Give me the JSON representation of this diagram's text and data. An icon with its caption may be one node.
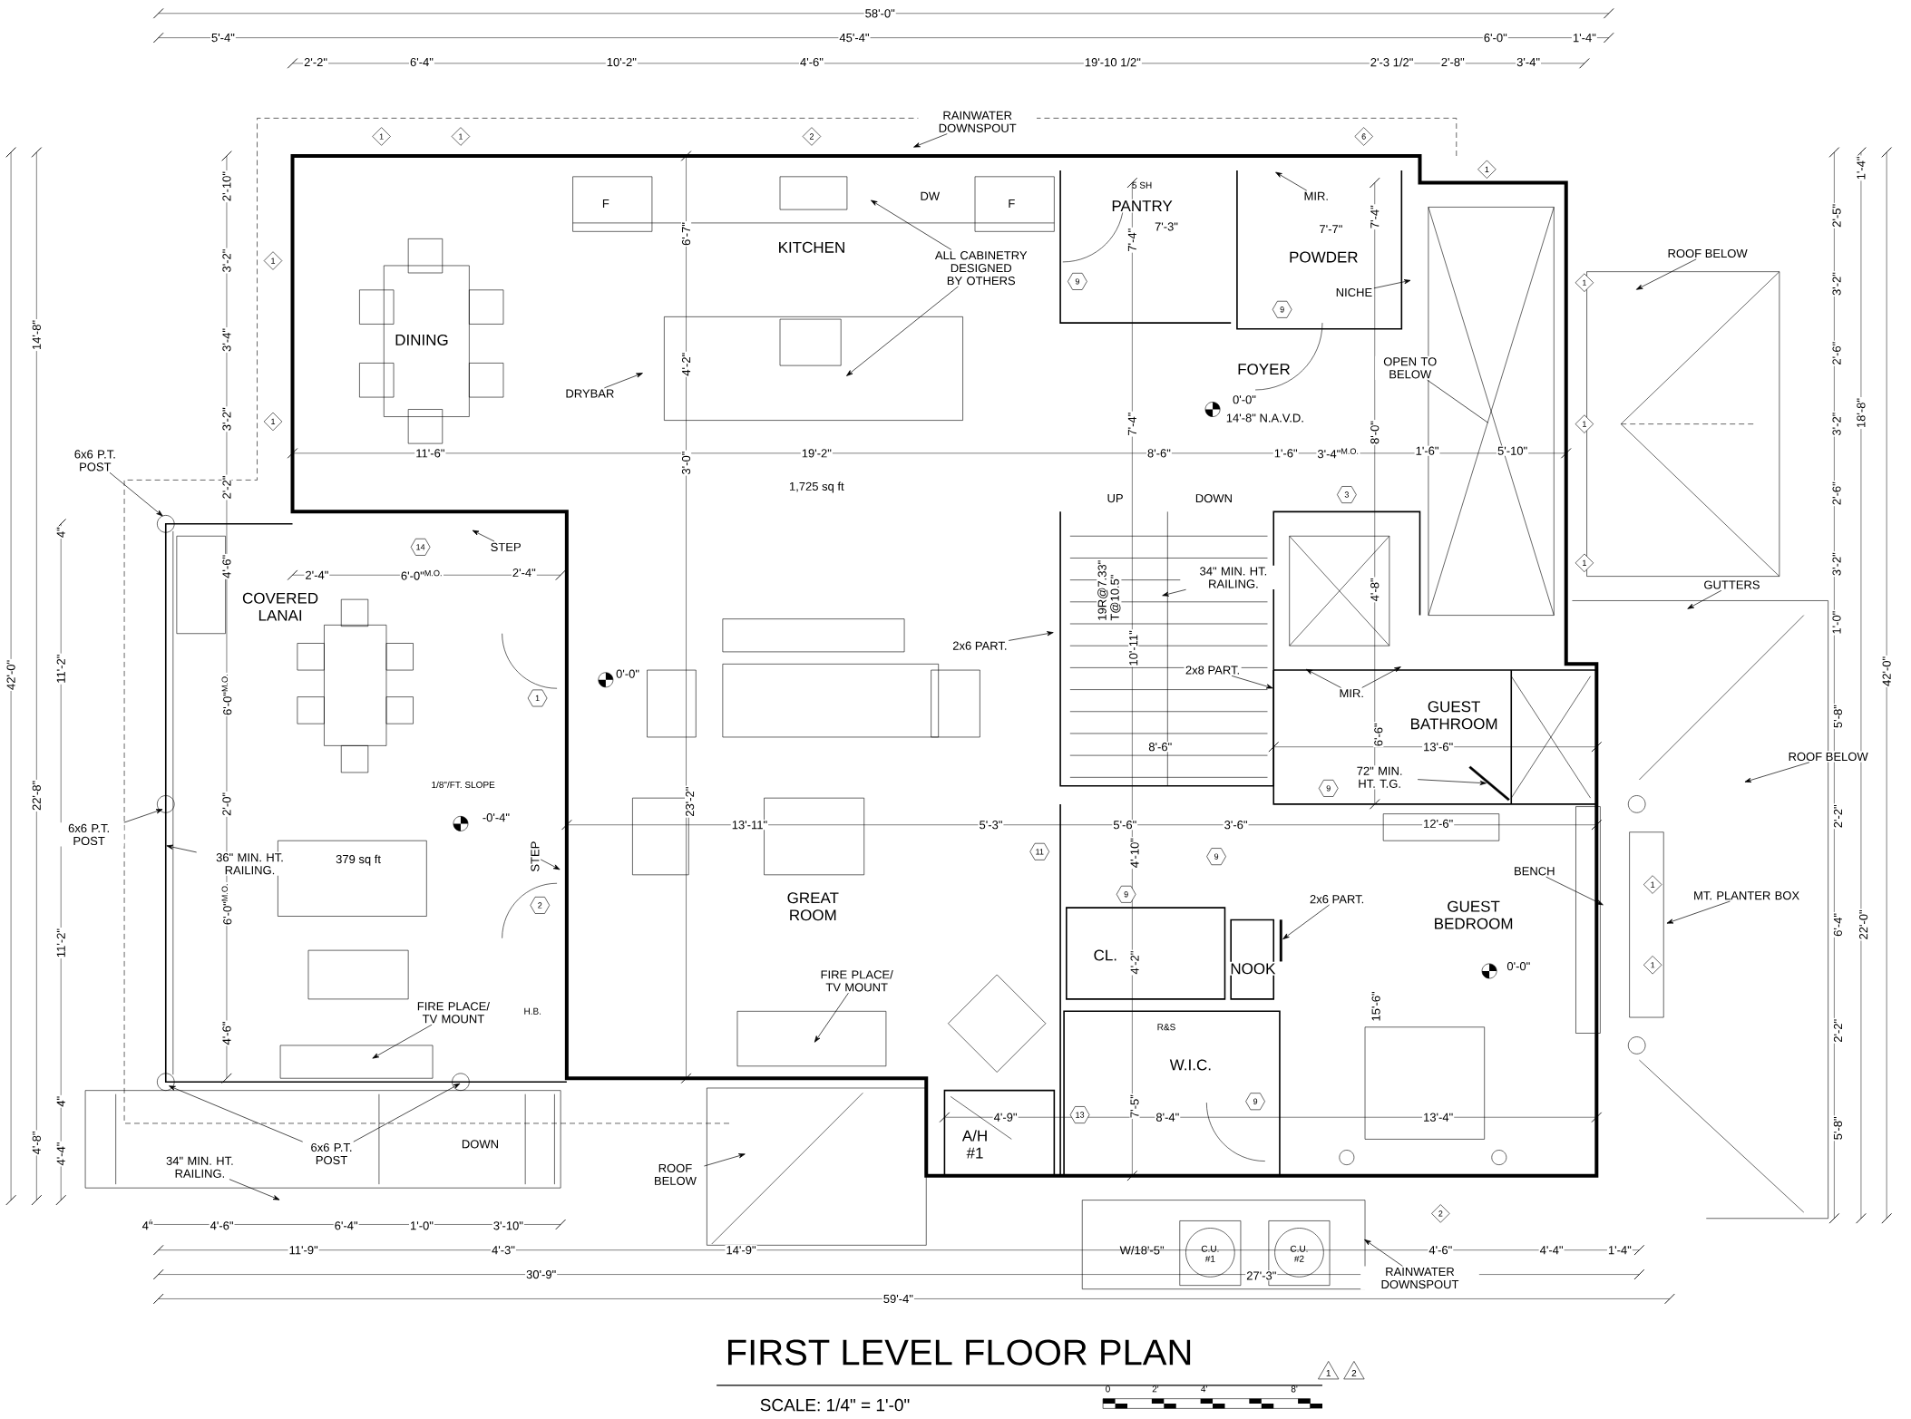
{
  "diagram": {
    "title": "FIRST LEVEL FLOOR PLAN",
    "caption": "SCALE: 1/4\" = 1'-0\"",
    "nodes": [
      {
        "text": [
          "RAINWATER DOWNSPOUT"
        ]
      },
      {
        "text": [
          "ALL CABINETRY DESIGNED BY OTHERS"
        ]
      },
      {
        "text": [
          "DRYBAR"
        ]
      },
      {
        "text": [
          "MIR."
        ]
      },
      {
        "text": [
          "NICHE"
        ]
      },
      {
        "text": [
          "ROOF BELOW"
        ]
      },
      {
        "text": [
          "OPEN TO BELOW"
        ]
      },
      {
        "text": [
          "6x6 P.T. POST"
        ]
      },
      {
        "text": [
          "STEP"
        ]
      },
      {
        "text": [
          "34\" MIN. HT. RAILING."
        ]
      },
      {
        "text": [
          "GUTTERS"
        ]
      },
      {
        "text": [
          "2x6 PART."
        ]
      },
      {
        "text": [
          "2x8 PART."
        ]
      },
      {
        "text": [
          "MIR."
        ]
      },
      {
        "text": [
          "ROOF BELOW"
        ]
      },
      {
        "text": [
          "72\" MIN. HT. T.G."
        ]
      },
      {
        "text": [
          "6x6 P.T. POST"
        ]
      },
      {
        "text": [
          "36\" MIN. HT. RAILING."
        ]
      },
      {
        "text": [
          "STEP"
        ]
      },
      {
        "text": [
          "2x6 PART."
        ]
      },
      {
        "text": [
          "BENCH"
        ]
      },
      {
        "text": [
          "MT. PLANTER BOX"
        ]
      },
      {
        "text": [
          "FIRE PLACE/ TV MOUNT"
        ]
      },
      {
        "text": [
          "FIRE PLACE/ TV MOUNT"
        ]
      },
      {
        "text": [
          "6x6 P.T. POST"
        ]
      },
      {
        "text": [
          "34\" MIN. HT. RAILING."
        ]
      },
      {
        "text": [
          "ROOF BELOW"
        ]
      },
      {
        "text": [
          "RAINWATER DOWNSPOUT"
        ]
      },
      {
        "text": [],
        "shape": "bar"
      },
      {
        "text": [],
        "shape": "bar"
      }
    ],
    "edges": [
      {
        "from": 0,
        "to": null,
        "arrow": "to"
      },
      {
        "from": 1,
        "to": null,
        "arrow": "to"
      },
      {
        "from": 1,
        "to": null,
        "arrow": "to"
      },
      {
        "from": 2,
        "to": null,
        "arrow": "to"
      },
      {
        "from": 3,
        "to": null,
        "arrow": "to"
      },
      {
        "from": 4,
        "to": null,
        "arrow": "to"
      },
      {
        "from": 5,
        "to": null,
        "arrow": "to"
      },
      {
        "from": 6,
        "to": null,
        "arrow": "none"
      },
      {
        "from": 7,
        "to": null,
        "arrow": "to"
      },
      {
        "from": 8,
        "to": null,
        "arrow": "to"
      },
      {
        "from": 9,
        "to": null,
        "arrow": "to"
      },
      {
        "from": 10,
        "to": null,
        "arrow": "to"
      },
      {
        "from": 11,
        "to": null,
        "arrow": "to"
      },
      {
        "from": 12,
        "to": null,
        "arrow": "to"
      },
      {
        "from": 13,
        "to": null,
        "arrow": "to"
      },
      {
        "from": 13,
        "to": null,
        "arrow": "to"
      },
      {
        "from": 14,
        "to": null,
        "arrow": "to"
      },
      {
        "from": 15,
        "to": 28,
        "arrow": "to"
      },
      {
        "from": 16,
        "to": null,
        "arrow": "to"
      },
      {
        "from": 17,
        "to": null,
        "arrow": "to"
      },
      {
        "from": 18,
        "to": null,
        "arrow": "to"
      },
      {
        "from": 19,
        "to": 29,
        "arrow": "to"
      },
      {
        "from": 20,
        "to": null,
        "arrow": "to"
      },
      {
        "from": 21,
        "to": null,
        "arrow": "to"
      },
      {
        "from": 22,
        "to": null,
        "arrow": "to"
      },
      {
        "from": 23,
        "to": null,
        "arrow": "to"
      },
      {
        "from": 24,
        "to": null,
        "arrow": "to"
      },
      {
        "from": 24,
        "to": null,
        "arrow": "to"
      },
      {
        "from": 25,
        "to": null,
        "arrow": "to"
      },
      {
        "from": 26,
        "to": null,
        "arrow": "to"
      },
      {
        "from": 27,
        "to": null,
        "arrow": "to"
      }
    ],
    "labels": [
      "58'-0\"",
      "5'-4\"",
      "45'-4\"",
      "6'-0\"",
      "1'-4\"",
      "2'-2\"",
      "6'-4\"",
      "10'-2\"",
      "4'-6\"",
      "19'-10 1/2\"",
      "2'-3 1/2\"",
      "2'-8\"",
      "3'-4\"",
      "1",
      "1",
      "2",
      "6",
      "1",
      "2'-10\"",
      "3'-2\"",
      "3'-4\"",
      "3'-2\"",
      "2'-2\"",
      "14'-8\"",
      "42'-0\"",
      "4\"",
      "11'-2\"",
      "22'-8\"",
      "11'-2\"",
      "4\"",
      "4'-8\"",
      "4'-4\"",
      "4'-6\"",
      "6'-0\"$^{M.O.}$",
      "2'-0\"",
      "6'-0\"$^{M.O.}$",
      "4'-6\"",
      "1",
      "1",
      "F",
      "DW",
      "F",
      "5 SH",
      "PANTRY",
      "KITCHEN",
      "DINING",
      "POWDER",
      "FOYER",
      "9",
      "9",
      "1",
      "1",
      "1",
      "6'-7\"",
      "7'-4\"",
      "7'-3\"",
      "7'-7\"",
      "7'-4\"",
      "4'-2\"",
      "0'-0\"",
      "14'-8\" N.A.V.D.",
      "7'-4\"",
      "8'-0\"",
      "11'-6\"",
      "3'-0\"",
      "19'-2\"",
      "8'-6\"",
      "1'-6\"",
      "3'-4\"$^{M.O.}$",
      "1'-6\"",
      "5'-10\"",
      "1,725 sq ft",
      "UP",
      "DOWN",
      "3",
      "14",
      "2'-4\"",
      "6'-0\"$^{M.O.}$",
      "2'-4\"",
      "COVERED LANAI",
      "4'-8\"",
      "19R@7.33\" T@10.5\"",
      "10'-11\"",
      "0'-0\"",
      "1",
      "GUEST BATHROOM",
      "8'-6\"",
      "6'-6\"",
      "13'-6\"",
      "9",
      "1/8\"/FT. SLOPE",
      "-0'-4\"",
      "23'-2\"",
      "13'-11\"",
      "5'-3\"",
      "5'-6\"",
      "3'-6\"",
      "12'-6\"",
      "11",
      "9",
      "4'-10\"",
      "379 sq ft",
      "9",
      "2",
      "GREAT ROOM",
      "GUEST BEDROOM",
      "CL.",
      "4'-2\"",
      "NOOK",
      "0'-0\"",
      "15'-6\"",
      "H.B.",
      "R&S",
      "W.I.C.",
      "7'-5\"",
      "9",
      "13",
      "4'-9\"",
      "8'-4\"",
      "13'-4\"",
      "A/H #1",
      "DOWN",
      "2",
      "4\"",
      "4'-6\"",
      "6'-4\"",
      "1'-0\"",
      "3'-10\"",
      "11'-9\"",
      "4'-3\"",
      "14'-9\"",
      "W/18'-5\"",
      "C.U. #1",
      "C.U. #2",
      "4'-6\"",
      "4'-4\"",
      "1'-4\"",
      "30'-9\"",
      "27'-3\"",
      "59'-4\"",
      "1'-4\"",
      "2'-5\"",
      "3'-2\"",
      "2'-6\"",
      "3'-2\"",
      "18'-8\"",
      "2'-6\"",
      "3'-2\"",
      "1'-0\"",
      "42'-0\"",
      "5'-8\"",
      "2'-2\"",
      "6'-4\"",
      "22'-0\"",
      "2'-2\"",
      "5'-8\"",
      "1",
      "1",
      "0",
      "2'",
      "4'",
      "8'",
      "1",
      "2"
    ]
  }
}
